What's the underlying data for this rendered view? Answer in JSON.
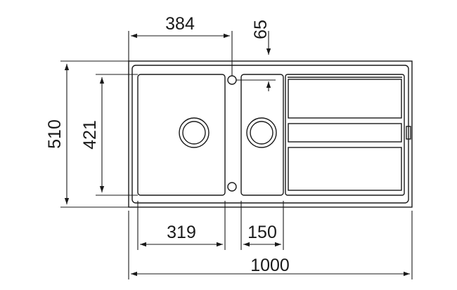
{
  "diagram": {
    "subject": "Double bowl kitchen sink with drainer — top view",
    "colors": {
      "line": "#1a1a1a",
      "background": "#ffffff"
    },
    "dimensions": {
      "overall_width": "1000",
      "overall_depth": "510",
      "bowl_depth": "421",
      "offset_to_tap_hole": "384",
      "tap_hole_offset": "65",
      "large_bowl_width": "319",
      "small_bowl_width": "150"
    }
  }
}
